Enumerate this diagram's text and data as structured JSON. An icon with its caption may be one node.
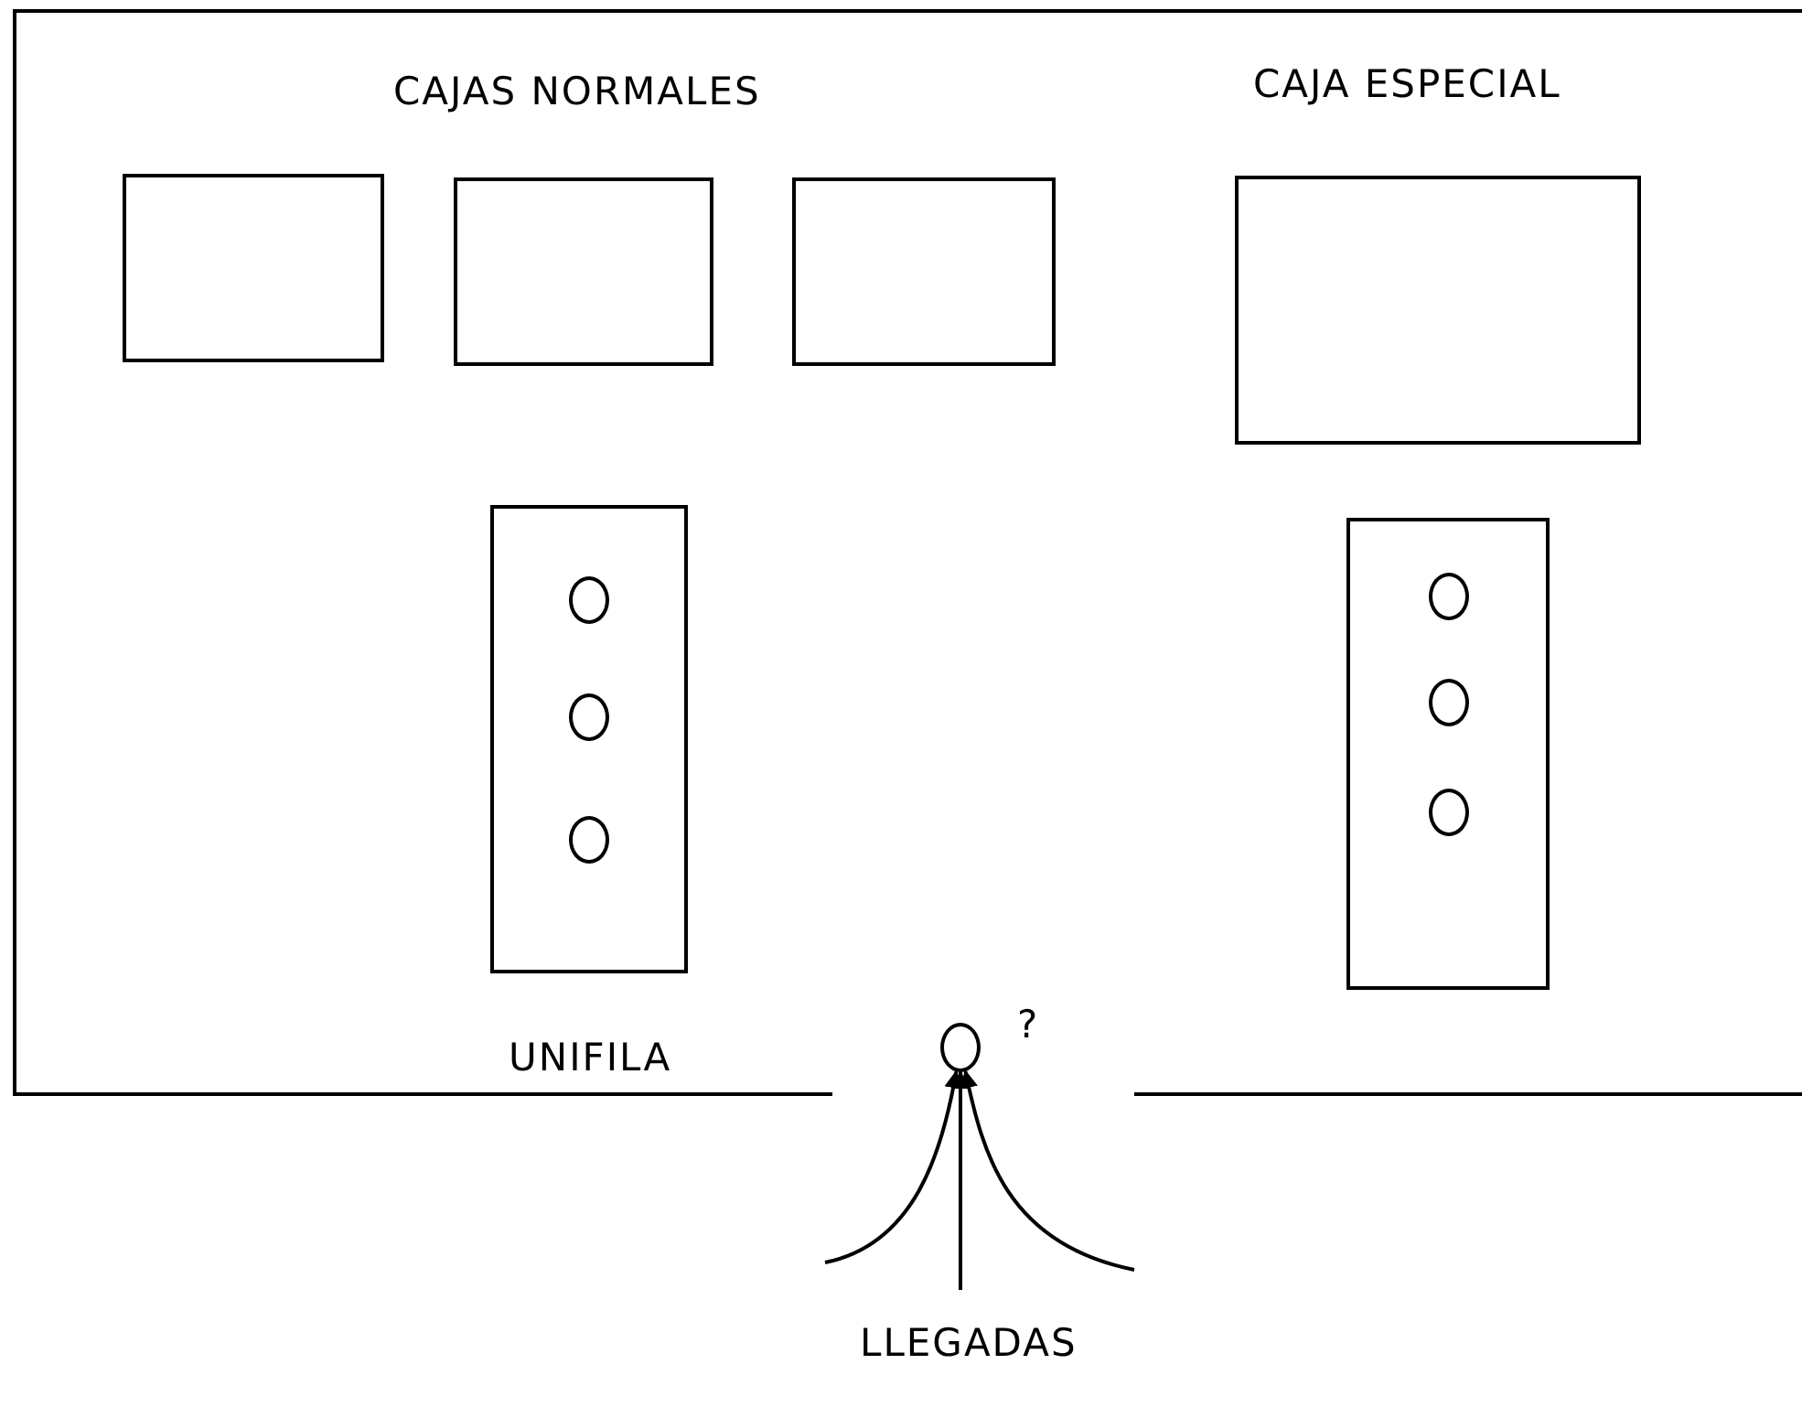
{
  "diagram": {
    "nodes": [
      {
        "text": [],
        "shape": "box"
      },
      {
        "text": [],
        "shape": "box"
      },
      {
        "text": [],
        "shape": "box"
      },
      {
        "text": [],
        "shape": "box"
      },
      {
        "text": [],
        "shape": "box",
        "beside": [
          "UNIFILA"
        ]
      },
      {
        "text": [],
        "shape": "circle",
        "in": 4
      },
      {
        "text": [],
        "shape": "circle",
        "in": 4
      },
      {
        "text": [],
        "shape": "circle",
        "in": 4
      },
      {
        "text": [],
        "shape": "box"
      },
      {
        "text": [],
        "shape": "circle",
        "in": 8
      },
      {
        "text": [],
        "shape": "circle",
        "in": 8
      },
      {
        "text": [],
        "shape": "circle",
        "in": 8
      },
      {
        "text": [],
        "shape": "circle",
        "beside": [
          "?"
        ]
      }
    ],
    "edges": [
      {
        "from": null,
        "to": 12,
        "arrow": "to"
      },
      {
        "from": null,
        "to": 12,
        "arrow": "to"
      },
      {
        "from": null,
        "to": 12,
        "arrow": "to"
      }
    ],
    "labels": [
      "CAJAS NORMALES",
      "CAJA ESPECIAL",
      "LLEGADAS"
    ]
  }
}
